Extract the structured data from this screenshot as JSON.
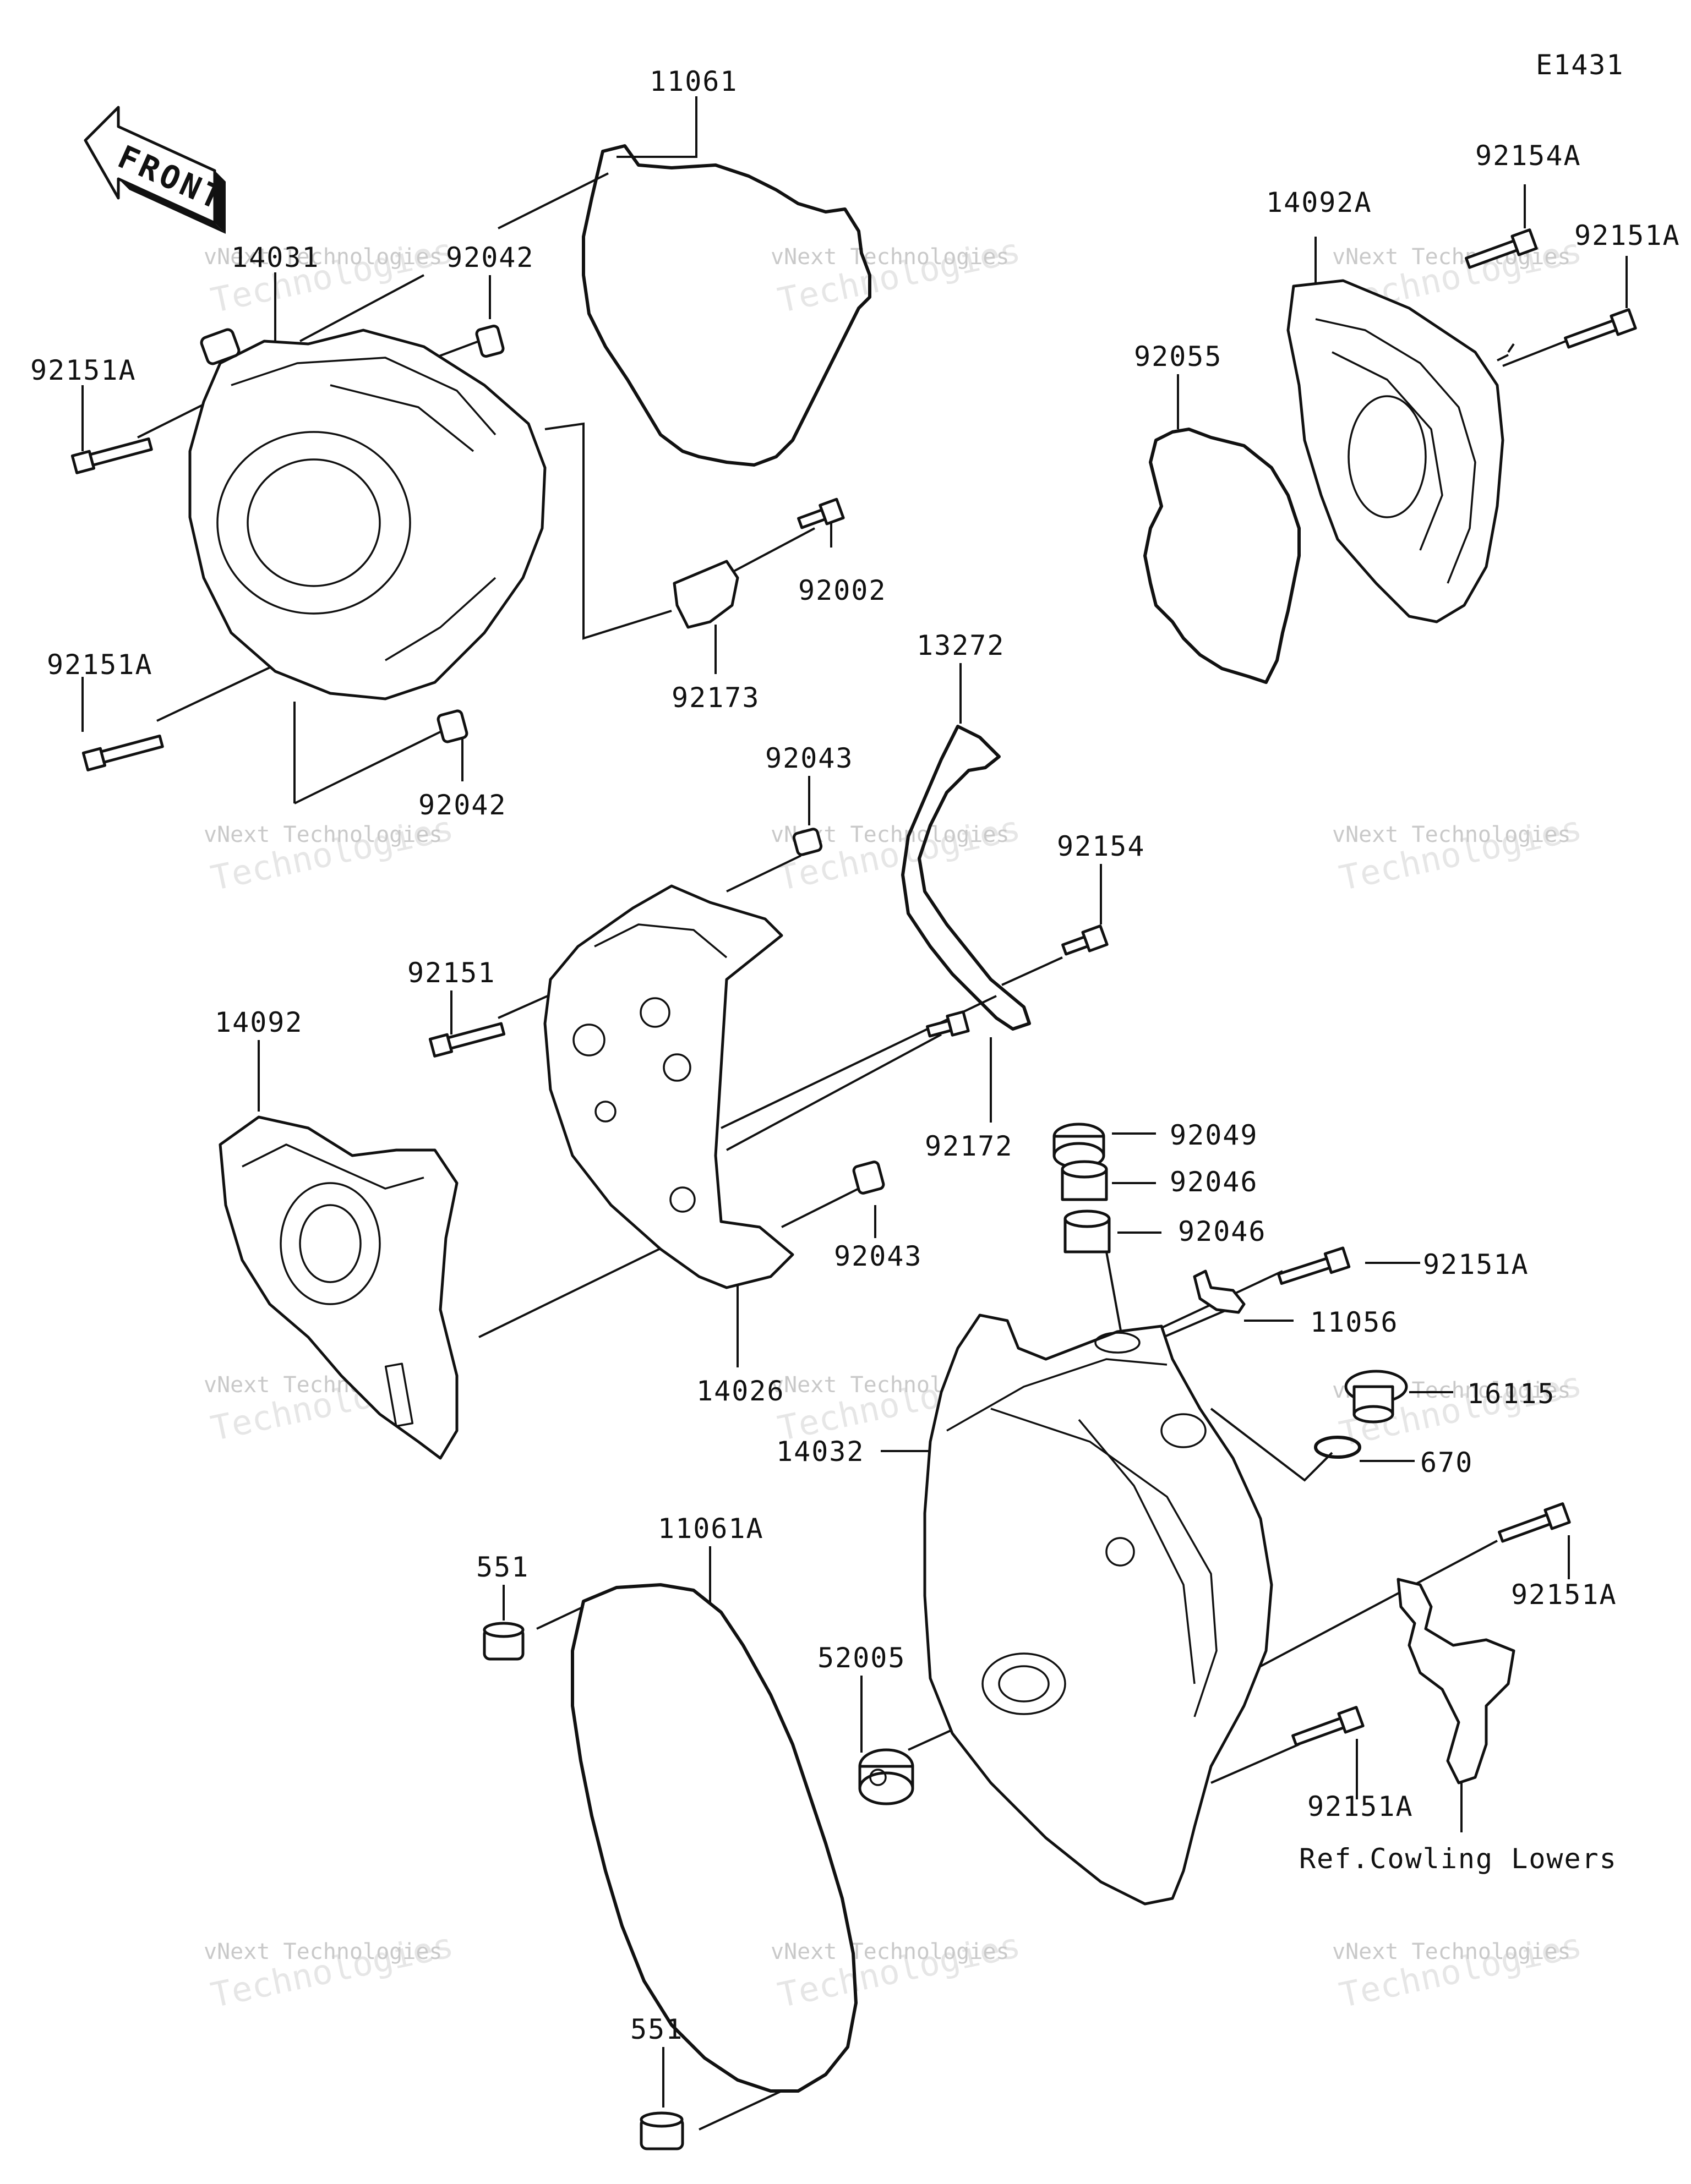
{
  "diagram_code": "E1431",
  "front_arrow": "FRONT",
  "ref_note": "Ref.Cowling Lowers",
  "watermark": {
    "line1": "vNext Technologies",
    "line2": "Technologies",
    "brand": "vNext"
  },
  "labels": {
    "p11061": "11061",
    "p92042_top": "92042",
    "p14031": "14031",
    "p92151A_a": "92151A",
    "p92151A_b": "92151A",
    "p92042_bot": "92042",
    "p92002": "92002",
    "p92173": "92173",
    "p92154A": "92154A",
    "p14092A": "14092A",
    "p92151A_c": "92151A",
    "p92055": "92055",
    "p13272": "13272",
    "p92043_top": "92043",
    "p92154": "92154",
    "p92151": "92151",
    "p14092": "14092",
    "p92172": "92172",
    "p92049": "92049",
    "p92046_a": "92046",
    "p92046_b": "92046",
    "p92043_bot": "92043",
    "p92151A_d": "92151A",
    "p11056": "11056",
    "p14026": "14026",
    "p16115": "16115",
    "p14032": "14032",
    "p670": "670",
    "p92151A_e": "92151A",
    "p551_top": "551",
    "p11061A": "11061A",
    "p52005": "52005",
    "p92151A_f": "92151A",
    "p551_bot": "551"
  }
}
